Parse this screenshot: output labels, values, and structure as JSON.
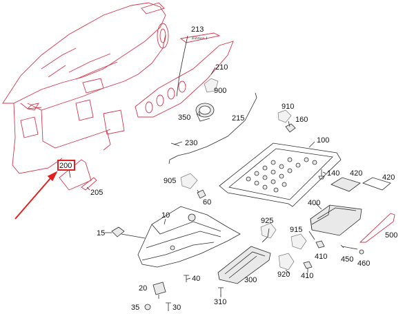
{
  "title": "",
  "colors": {
    "dash_line": "#d9344a",
    "arrow": "#e02020",
    "part_line": "#2a2a2a",
    "highlight_box": "#e02020"
  },
  "badge_text": "Edition 1",
  "highlighted_part": "200",
  "labels": {
    "p213": "213",
    "p210": "210",
    "p900": "900",
    "p350": "350",
    "p215": "215",
    "p230": "230",
    "p200": "200",
    "p205": "205",
    "p910": "910",
    "p160": "160",
    "p100": "100",
    "p140": "140",
    "p420a": "420",
    "p420b": "420",
    "p905": "905",
    "p60": "60",
    "p400": "400",
    "p10": "10",
    "p15": "15",
    "p925": "925",
    "p915": "915",
    "p410a": "410",
    "p500": "500",
    "p450": "450",
    "p460": "460",
    "p920": "920",
    "p410b": "410",
    "p40": "40",
    "p300": "300",
    "p20": "20",
    "p310": "310",
    "p35": "35",
    "p30": "30"
  }
}
